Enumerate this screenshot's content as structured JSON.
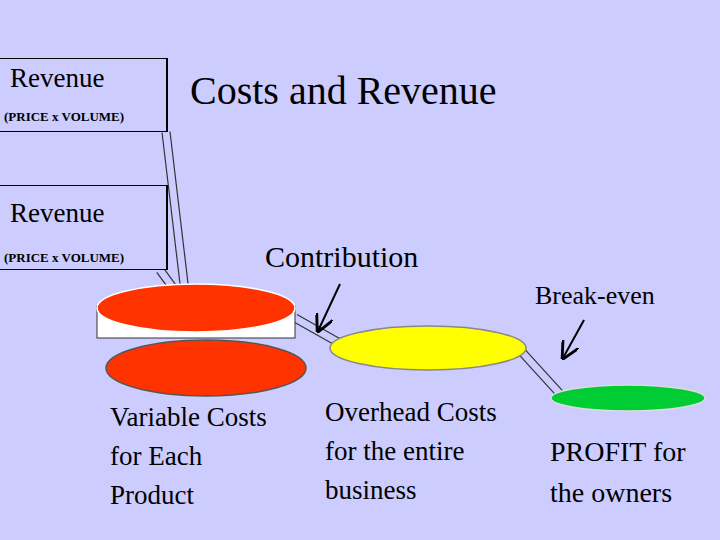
{
  "diagram": {
    "title": "Costs and Revenue",
    "nodes": [
      {
        "text": [
          "Revenue",
          "(PRICE x VOLUME)"
        ]
      },
      {
        "text": [
          "Revenue",
          "(PRICE x VOLUME)"
        ]
      },
      {
        "text": [
          "Variable Costs for Each Product"
        ]
      },
      {
        "text": [
          "Overhead Costs for the entire business"
        ]
      },
      {
        "text": [
          "PROFIT for the owners"
        ]
      }
    ],
    "edges": [
      {
        "from": 0,
        "to": 2,
        "arrow": "none"
      },
      {
        "from": 1,
        "to": 2,
        "arrow": "none"
      },
      {
        "from": 2,
        "to": 3,
        "arrow": "none"
      },
      {
        "from": 3,
        "to": 4,
        "arrow": "none"
      }
    ],
    "labels": [
      "Contribution",
      "Break-even"
    ]
  }
}
